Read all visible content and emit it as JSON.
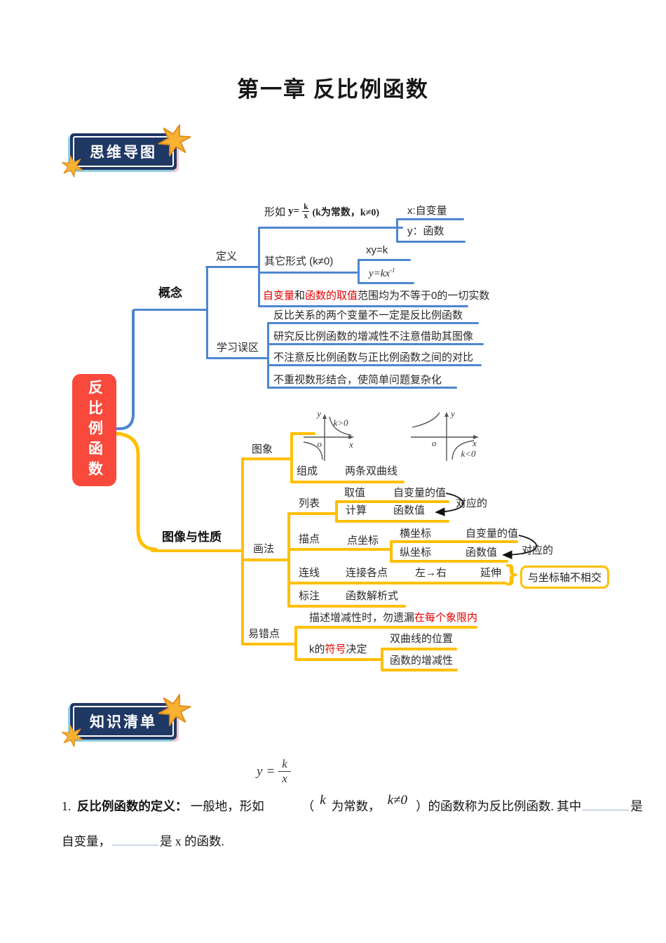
{
  "title": "第一章 反比例函数",
  "badges": {
    "mindmap": "思维导图",
    "knowledge": "知识清单"
  },
  "colors": {
    "branch_blue": "#4e86cf",
    "branch_yellow": "#ffbf00",
    "root_red": "#f8493c",
    "badge_navy": "#1f3864",
    "accent_red": "#e60000"
  },
  "mindmap": {
    "root": "反比例函数",
    "concept": {
      "label": "概念",
      "def": {
        "label": "定义",
        "prefix": "形如",
        "y_eq": "y=",
        "num": "k",
        "den": "x",
        "cond": "(k为常数，k≠0)",
        "x_note": "x:自变量",
        "y_note": "y：函数",
        "other": "其它形式 (k≠0)",
        "form1": "xy=k",
        "form2": "y=kx",
        "form2_sup": "-1",
        "range1": "自变量",
        "range2": "和",
        "range3": "函数的取值",
        "range4": "范围均为不等于0的一切实数"
      },
      "mis": {
        "label": "学习误区",
        "items": [
          "反比关系的两个变量不一定是反比例函数",
          "研究反比例函数的增减性不注意借助其图像",
          "不注意反比例函数与正比例函数之间的对比",
          "不重视数形结合，使简单问题复杂化"
        ]
      }
    },
    "props": {
      "label": "图像与性质",
      "graph": {
        "label": "图象",
        "kpos": "k>0",
        "kneg": "k<0",
        "ax": "x",
        "ay": "y",
        "o": "o",
        "comp_label": "组成",
        "comp_val": "两条双曲线"
      },
      "draw": {
        "label": "画法",
        "list": {
          "label": "列表",
          "c1": "取值",
          "v1": "自变量的值",
          "c2": "计算",
          "v2": "函数值",
          "note": "对应的"
        },
        "plot": {
          "label": "描点",
          "sub": "点坐标",
          "c1": "横坐标",
          "v1": "自变量的值",
          "c2": "纵坐标",
          "v2": "函数值",
          "note": "对应的"
        },
        "conn": {
          "label": "连线",
          "s1": "连接各点",
          "s2": "左→右",
          "s3": "延伸",
          "brace": "}",
          "callout": "与坐标轴不相交"
        },
        "mark": {
          "label": "标注",
          "s1": "函数解析式"
        }
      },
      "wrong": {
        "label": "易错点",
        "p1a": "描述增减性时，勿遗漏",
        "p1b": "在每个象限内",
        "p2a": "k的",
        "p2b": "符号",
        "p2c": "决定",
        "c1": "双曲线的位置",
        "c2": "函数的增减性"
      }
    }
  },
  "knowledge": {
    "num": "1.",
    "term": "反比例函数的定义：",
    "t1": "一般地，形如",
    "fy": "y",
    "feq": "=",
    "fnum": "k",
    "fden": "x",
    "t2": "（",
    "k": "k",
    "t3": "为常数，",
    "cond": "k≠0",
    "t4": "）的函数称为反比例函数. 其中",
    "t5": "是",
    "t6": "自变量，",
    "t7": "是 x 的函数."
  }
}
